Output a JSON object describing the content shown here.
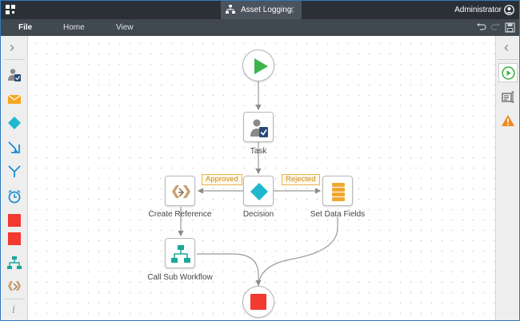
{
  "window": {
    "tab_title": "Asset Logging",
    "tab_close": "✕",
    "user": "Administrator"
  },
  "menu": {
    "file": "File",
    "home": "Home",
    "view": "View"
  },
  "toolbox": {
    "expand_glyph": "›",
    "info_glyph": "i",
    "tools": [
      "task-icon",
      "email-icon",
      "decision-icon",
      "merge-icon",
      "split-icon",
      "timer-icon",
      "stop-icon",
      "end-icon",
      "sub-workflow-icon",
      "create-reference-icon"
    ]
  },
  "right_panel": {
    "collapse_glyph": "‹",
    "buttons": [
      "start-icon",
      "properties-icon",
      "warning-icon"
    ]
  },
  "workflow": {
    "nodes": {
      "task": "Task",
      "decision": "Decision",
      "create_reference": "Create Reference",
      "set_data_fields": "Set Data Fields",
      "call_sub_workflow": "Call Sub Workflow"
    },
    "links": {
      "approved": "Approved",
      "rejected": "Rejected"
    }
  },
  "colors": {
    "start": "#3cb44b",
    "decision": "#1fb8cf",
    "stop": "#f23a2f",
    "data_fields": "#f0a830",
    "sub_workflow": "#1aa79a",
    "reference": "#c9a070",
    "warning": "#f08a1c",
    "title_bar": "#2b3036",
    "menu_bar": "#404850"
  }
}
